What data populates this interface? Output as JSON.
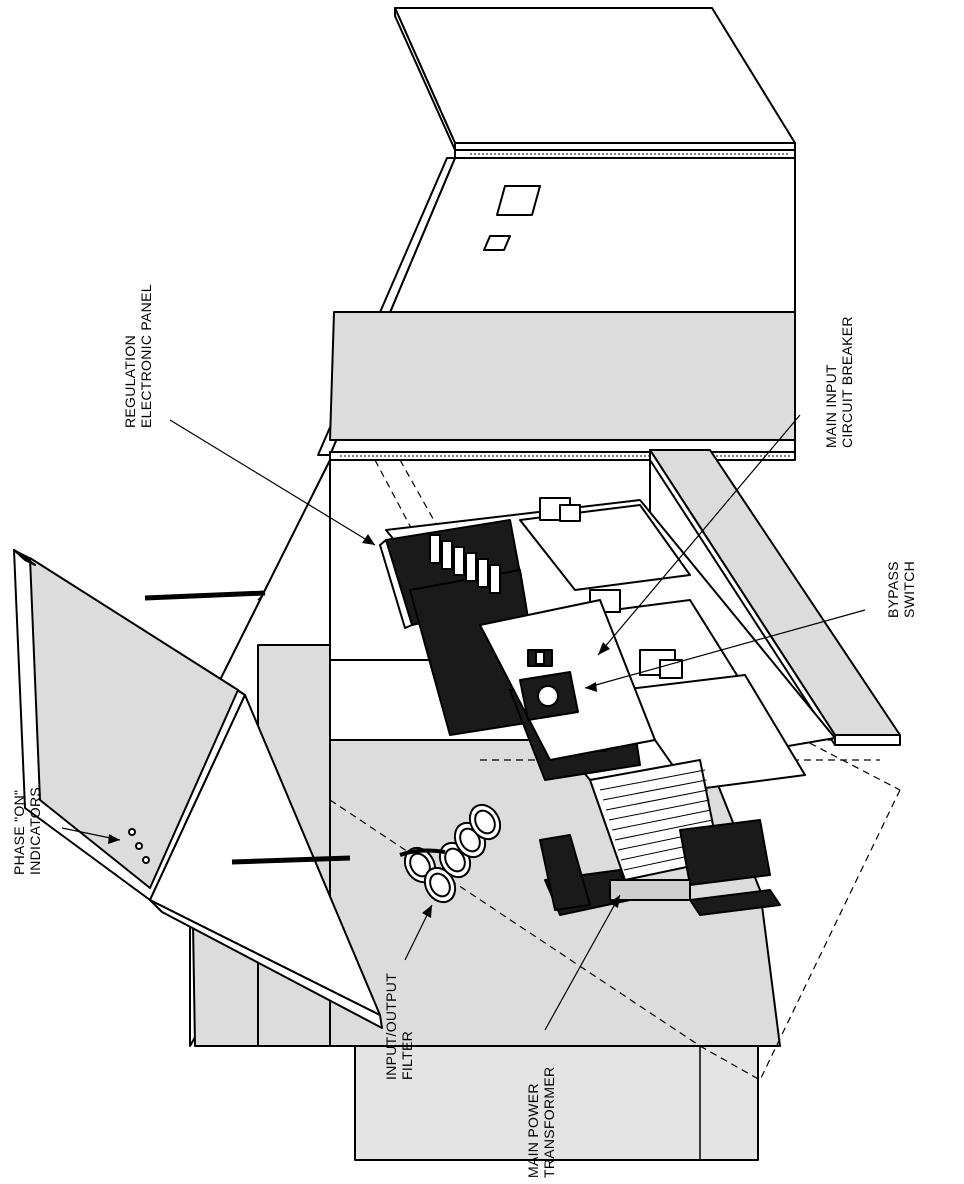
{
  "labels": {
    "regulation_panel": [
      "REGULATION",
      "ELECTRONIC PANEL"
    ],
    "main_input_breaker": [
      "MAIN INPUT",
      "CIRCUIT BREAKER"
    ],
    "bypass_switch": [
      "BYPASS",
      "SWITCH"
    ],
    "phase_indicators": [
      "PHASE \"ON\"",
      "INDICATORS"
    ],
    "io_filter": [
      "INPUT/OUTPUT",
      "FILTER"
    ],
    "main_transformer": [
      "MAIN POWER",
      "TRANSFORMER"
    ]
  },
  "colors": {
    "line": "#000000",
    "shade": "#dcdcdc",
    "dark": "#1a1a1a",
    "background": "#ffffff"
  }
}
